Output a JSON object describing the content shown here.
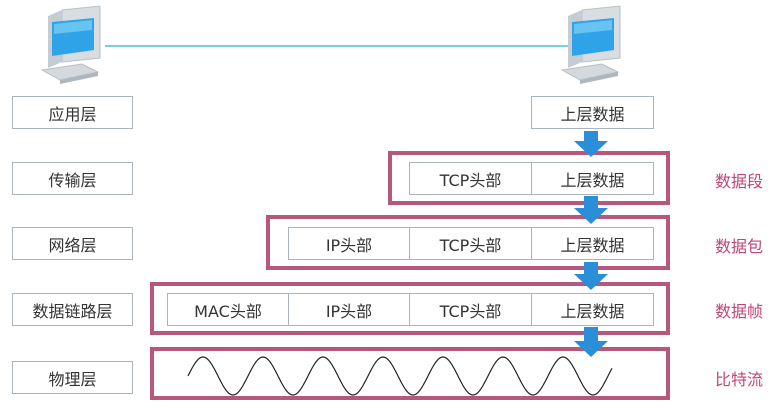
{
  "layers": [
    {
      "label": "应用层"
    },
    {
      "label": "传输层"
    },
    {
      "label": "网络层"
    },
    {
      "label": "数据链路层"
    },
    {
      "label": "物理层"
    }
  ],
  "headers": {
    "mac": "MAC头部",
    "ip": "IP头部",
    "tcp": "TCP头部",
    "data": "上层数据"
  },
  "units": {
    "segment": "数据段",
    "packet": "数据包",
    "frame": "数据帧",
    "bits": "比特流"
  },
  "colors": {
    "frame_border": "#b5587c",
    "unit_label": "#c0457a",
    "arrow": "#2a8fd8",
    "link_line": "#4fc0c9",
    "box_border": "#aab4bd"
  },
  "icons": {
    "left_host": "computer-icon",
    "right_host": "computer-icon"
  }
}
